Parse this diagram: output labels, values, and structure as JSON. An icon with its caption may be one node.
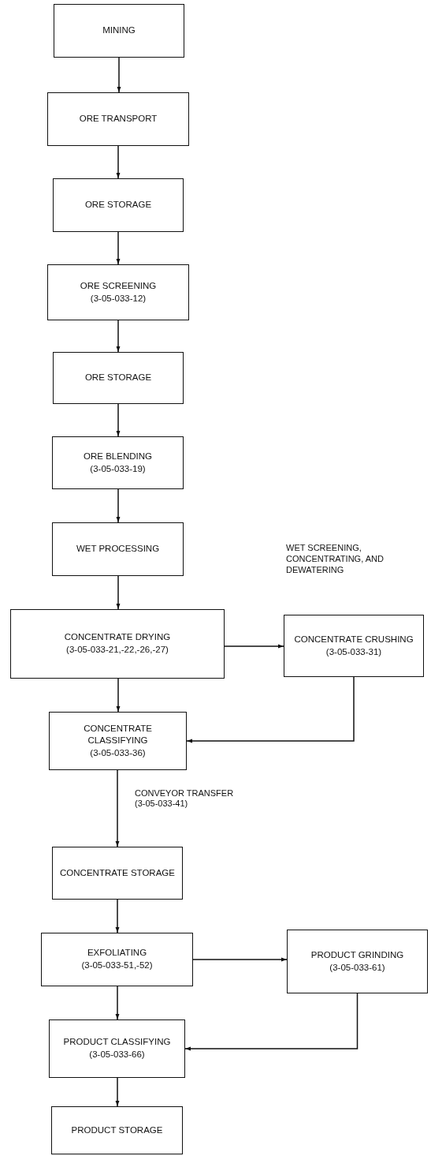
{
  "diagram": {
    "nodes": [
      {
        "text": [
          "MINING"
        ]
      },
      {
        "text": [
          "ORE TRANSPORT"
        ]
      },
      {
        "text": [
          "ORE STORAGE"
        ]
      },
      {
        "text": [
          "ORE SCREENING",
          "(3-05-033-12)"
        ]
      },
      {
        "text": [
          "ORE STORAGE"
        ]
      },
      {
        "text": [
          "ORE BLENDING",
          "(3-05-033-19)"
        ]
      },
      {
        "text": [
          "WET PROCESSING"
        ]
      },
      {
        "text": [
          "CONCENTRATE DRYING",
          "(3-05-033-21,-22,-26,-27)"
        ]
      },
      {
        "text": [
          "CONCENTRATE CRUSHING",
          "(3-05-033-31)"
        ]
      },
      {
        "text": [
          "CONCENTRATE CLASSIFYING",
          "(3-05-033-36)"
        ]
      },
      {
        "text": [
          "CONCENTRATE STORAGE"
        ]
      },
      {
        "text": [
          "EXFOLIATING",
          "(3-05-033-51,-52)"
        ]
      },
      {
        "text": [
          "PRODUCT GRINDING",
          "(3-05-033-61)"
        ]
      },
      {
        "text": [
          "PRODUCT CLASSIFYING",
          "(3-05-033-66)"
        ]
      },
      {
        "text": [
          "PRODUCT STORAGE"
        ]
      }
    ],
    "edges": [
      {
        "from": 0,
        "to": 1,
        "arrow": "to"
      },
      {
        "from": 1,
        "to": 2,
        "arrow": "to"
      },
      {
        "from": 2,
        "to": 3,
        "arrow": "to"
      },
      {
        "from": 3,
        "to": 4,
        "arrow": "to"
      },
      {
        "from": 4,
        "to": 5,
        "arrow": "to"
      },
      {
        "from": 5,
        "to": 6,
        "arrow": "to"
      },
      {
        "from": 6,
        "to": 7,
        "arrow": "to"
      },
      {
        "from": 7,
        "to": 8,
        "arrow": "to"
      },
      {
        "from": 7,
        "to": 9,
        "arrow": "to"
      },
      {
        "from": 8,
        "to": 9,
        "arrow": "to"
      },
      {
        "from": 9,
        "to": 10,
        "arrow": "to",
        "label": "CONVEYOR TRANSFER (3-05-033-41)"
      },
      {
        "from": 10,
        "to": 11,
        "arrow": "to"
      },
      {
        "from": 11,
        "to": 12,
        "arrow": "to"
      },
      {
        "from": 11,
        "to": 13,
        "arrow": "to"
      },
      {
        "from": 12,
        "to": 13,
        "arrow": "to"
      },
      {
        "from": 13,
        "to": 14,
        "arrow": "to"
      }
    ],
    "labels": [
      "WET SCREENING, CONCENTRATING, AND DEWATERING"
    ]
  }
}
